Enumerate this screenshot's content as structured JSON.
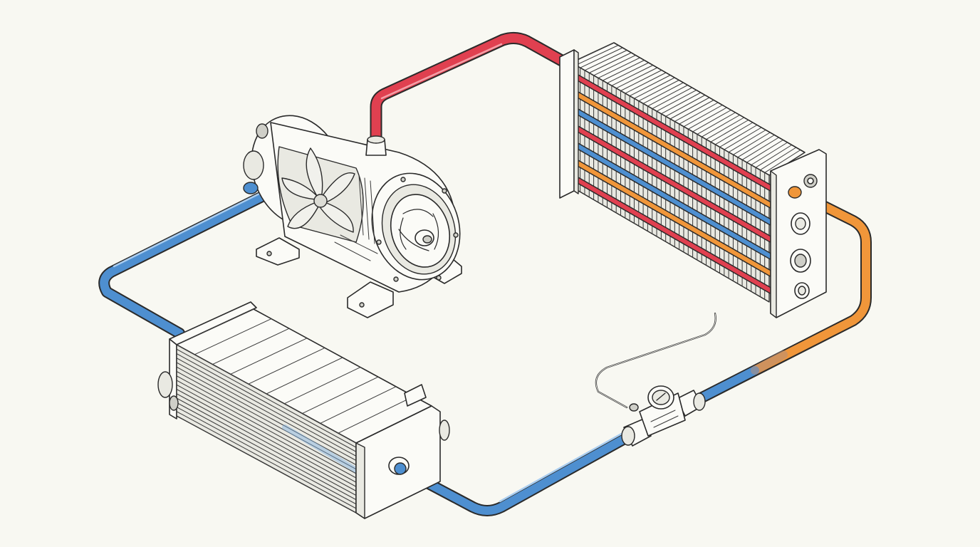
{
  "colors": {
    "background": "#f8f8f2",
    "hot_line": "#e04050",
    "warm_line": "#f0963a",
    "cold_line": "#4e8fd0",
    "ink": "#2a2a2a"
  },
  "components": [
    {
      "id": "compressor",
      "icon": "compressor-icon"
    },
    {
      "id": "condenser",
      "icon": "condenser-icon"
    },
    {
      "id": "expansion-valve",
      "icon": "valve-icon"
    },
    {
      "id": "evaporator",
      "icon": "evaporator-icon"
    }
  ],
  "connections": [
    {
      "from": "compressor",
      "to": "condenser",
      "color": "#e04050"
    },
    {
      "from": "condenser",
      "to": "expansion-valve",
      "color": "#f0963a"
    },
    {
      "from": "expansion-valve",
      "to": "evaporator",
      "color": "#4e8fd0"
    },
    {
      "from": "evaporator",
      "to": "compressor",
      "color": "#4e8fd0"
    }
  ]
}
